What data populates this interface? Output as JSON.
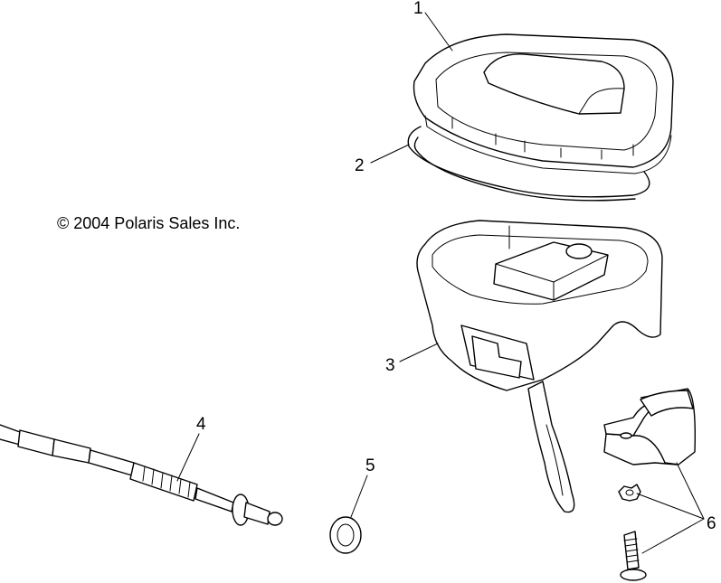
{
  "copyright": "© 2004 Polaris Sales Inc.",
  "callouts": [
    {
      "id": "1",
      "label": "1"
    },
    {
      "id": "2",
      "label": "2"
    },
    {
      "id": "3",
      "label": "3"
    },
    {
      "id": "4",
      "label": "4"
    },
    {
      "id": "5",
      "label": "5"
    },
    {
      "id": "6",
      "label": "6"
    }
  ],
  "line_color": "#000000",
  "background_color": "#ffffff"
}
